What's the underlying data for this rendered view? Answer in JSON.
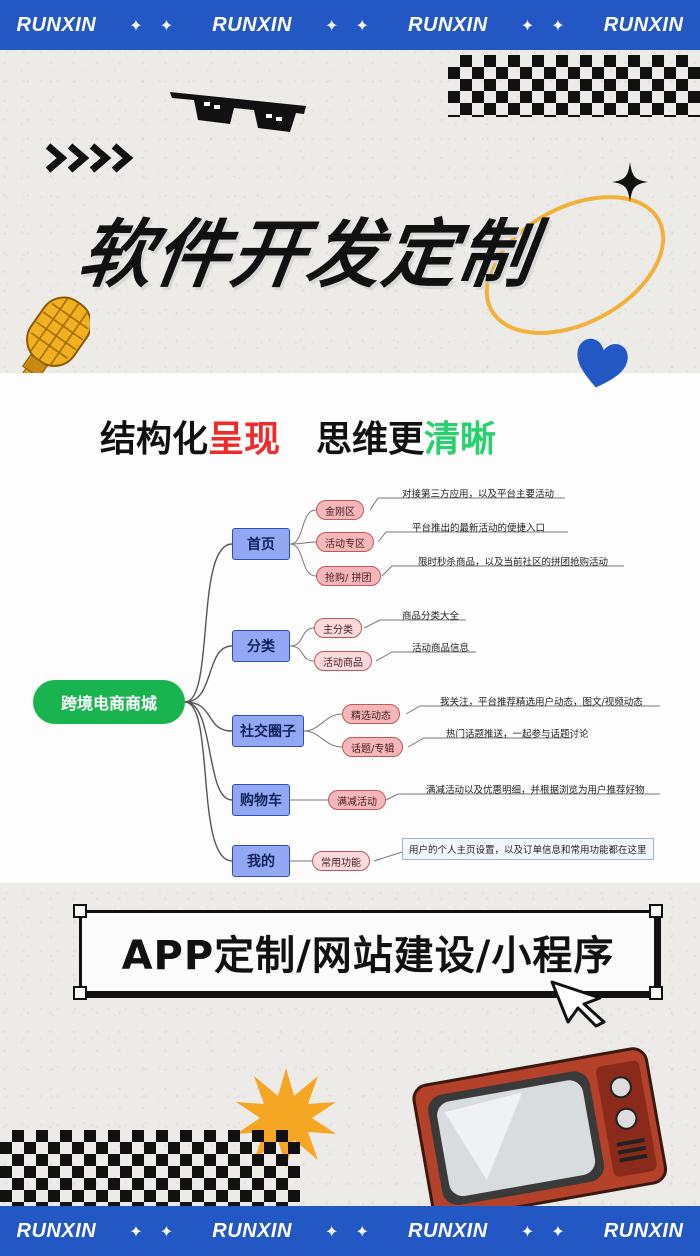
{
  "banner": {
    "word": "RUNXIN",
    "stars": "✦ ✦",
    "top_items": [
      "RUNXIN",
      "RUNXIN",
      "RUNXIN",
      "RUNXIN"
    ],
    "bottom_items": [
      "RUNXIN",
      "RUNXIN",
      "RUNXIN",
      "RUNXIN"
    ]
  },
  "headline": "软件开发定制",
  "subtitle": {
    "part1": "结构化",
    "part1_red": "呈现",
    "part2": "思维更",
    "part2_green": "清晰"
  },
  "mindmap": {
    "root": "跨境电商商城",
    "branches": [
      {
        "label": "首页",
        "children": [
          {
            "label": "金刚区",
            "desc": "对接第三方应用，以及平台主要活动"
          },
          {
            "label": "活动专区",
            "desc": "平台推出的最新活动的便捷入口"
          },
          {
            "label": "抢购/ 拼团",
            "desc": "限时秒杀商品，以及当前社区的拼团抢购活动"
          }
        ]
      },
      {
        "label": "分类",
        "children": [
          {
            "label": "主分类",
            "desc": "商品分类大全"
          },
          {
            "label": "活动商品",
            "desc": "活动商品信息"
          }
        ]
      },
      {
        "label": "社交圈子",
        "children": [
          {
            "label": "精选动态",
            "desc": "我关注，平台推荐精选用户动态，图文/视频动态"
          },
          {
            "label": "话题/专辑",
            "desc": "热门话题推送，一起参与话题讨论"
          }
        ]
      },
      {
        "label": "购物车",
        "children": [
          {
            "label": "满减活动",
            "desc": "满减活动以及优惠明细，并根据浏览为用户推荐好物"
          }
        ]
      },
      {
        "label": "我的",
        "children": [
          {
            "label": "常用功能",
            "desc": "用户的个人主页设置，以及订单信息和常用功能都在这里"
          }
        ]
      }
    ]
  },
  "cta": "APP定制/网站建设/小程序",
  "colors": {
    "banner": "#2358c4",
    "root": "#19b34f",
    "level1": "#93a8f5",
    "level2": "#f6b7bb",
    "accent_red": "#ef2a2a",
    "accent_green": "#27d16b",
    "ring": "#f2b13a",
    "heart": "#2358c4"
  },
  "icons": [
    "sunglasses-icon",
    "chevrons-icon",
    "sparkle-icon",
    "microphone-icon",
    "heart-icon",
    "cursor-icon",
    "burst-icon",
    "tv-icon"
  ]
}
